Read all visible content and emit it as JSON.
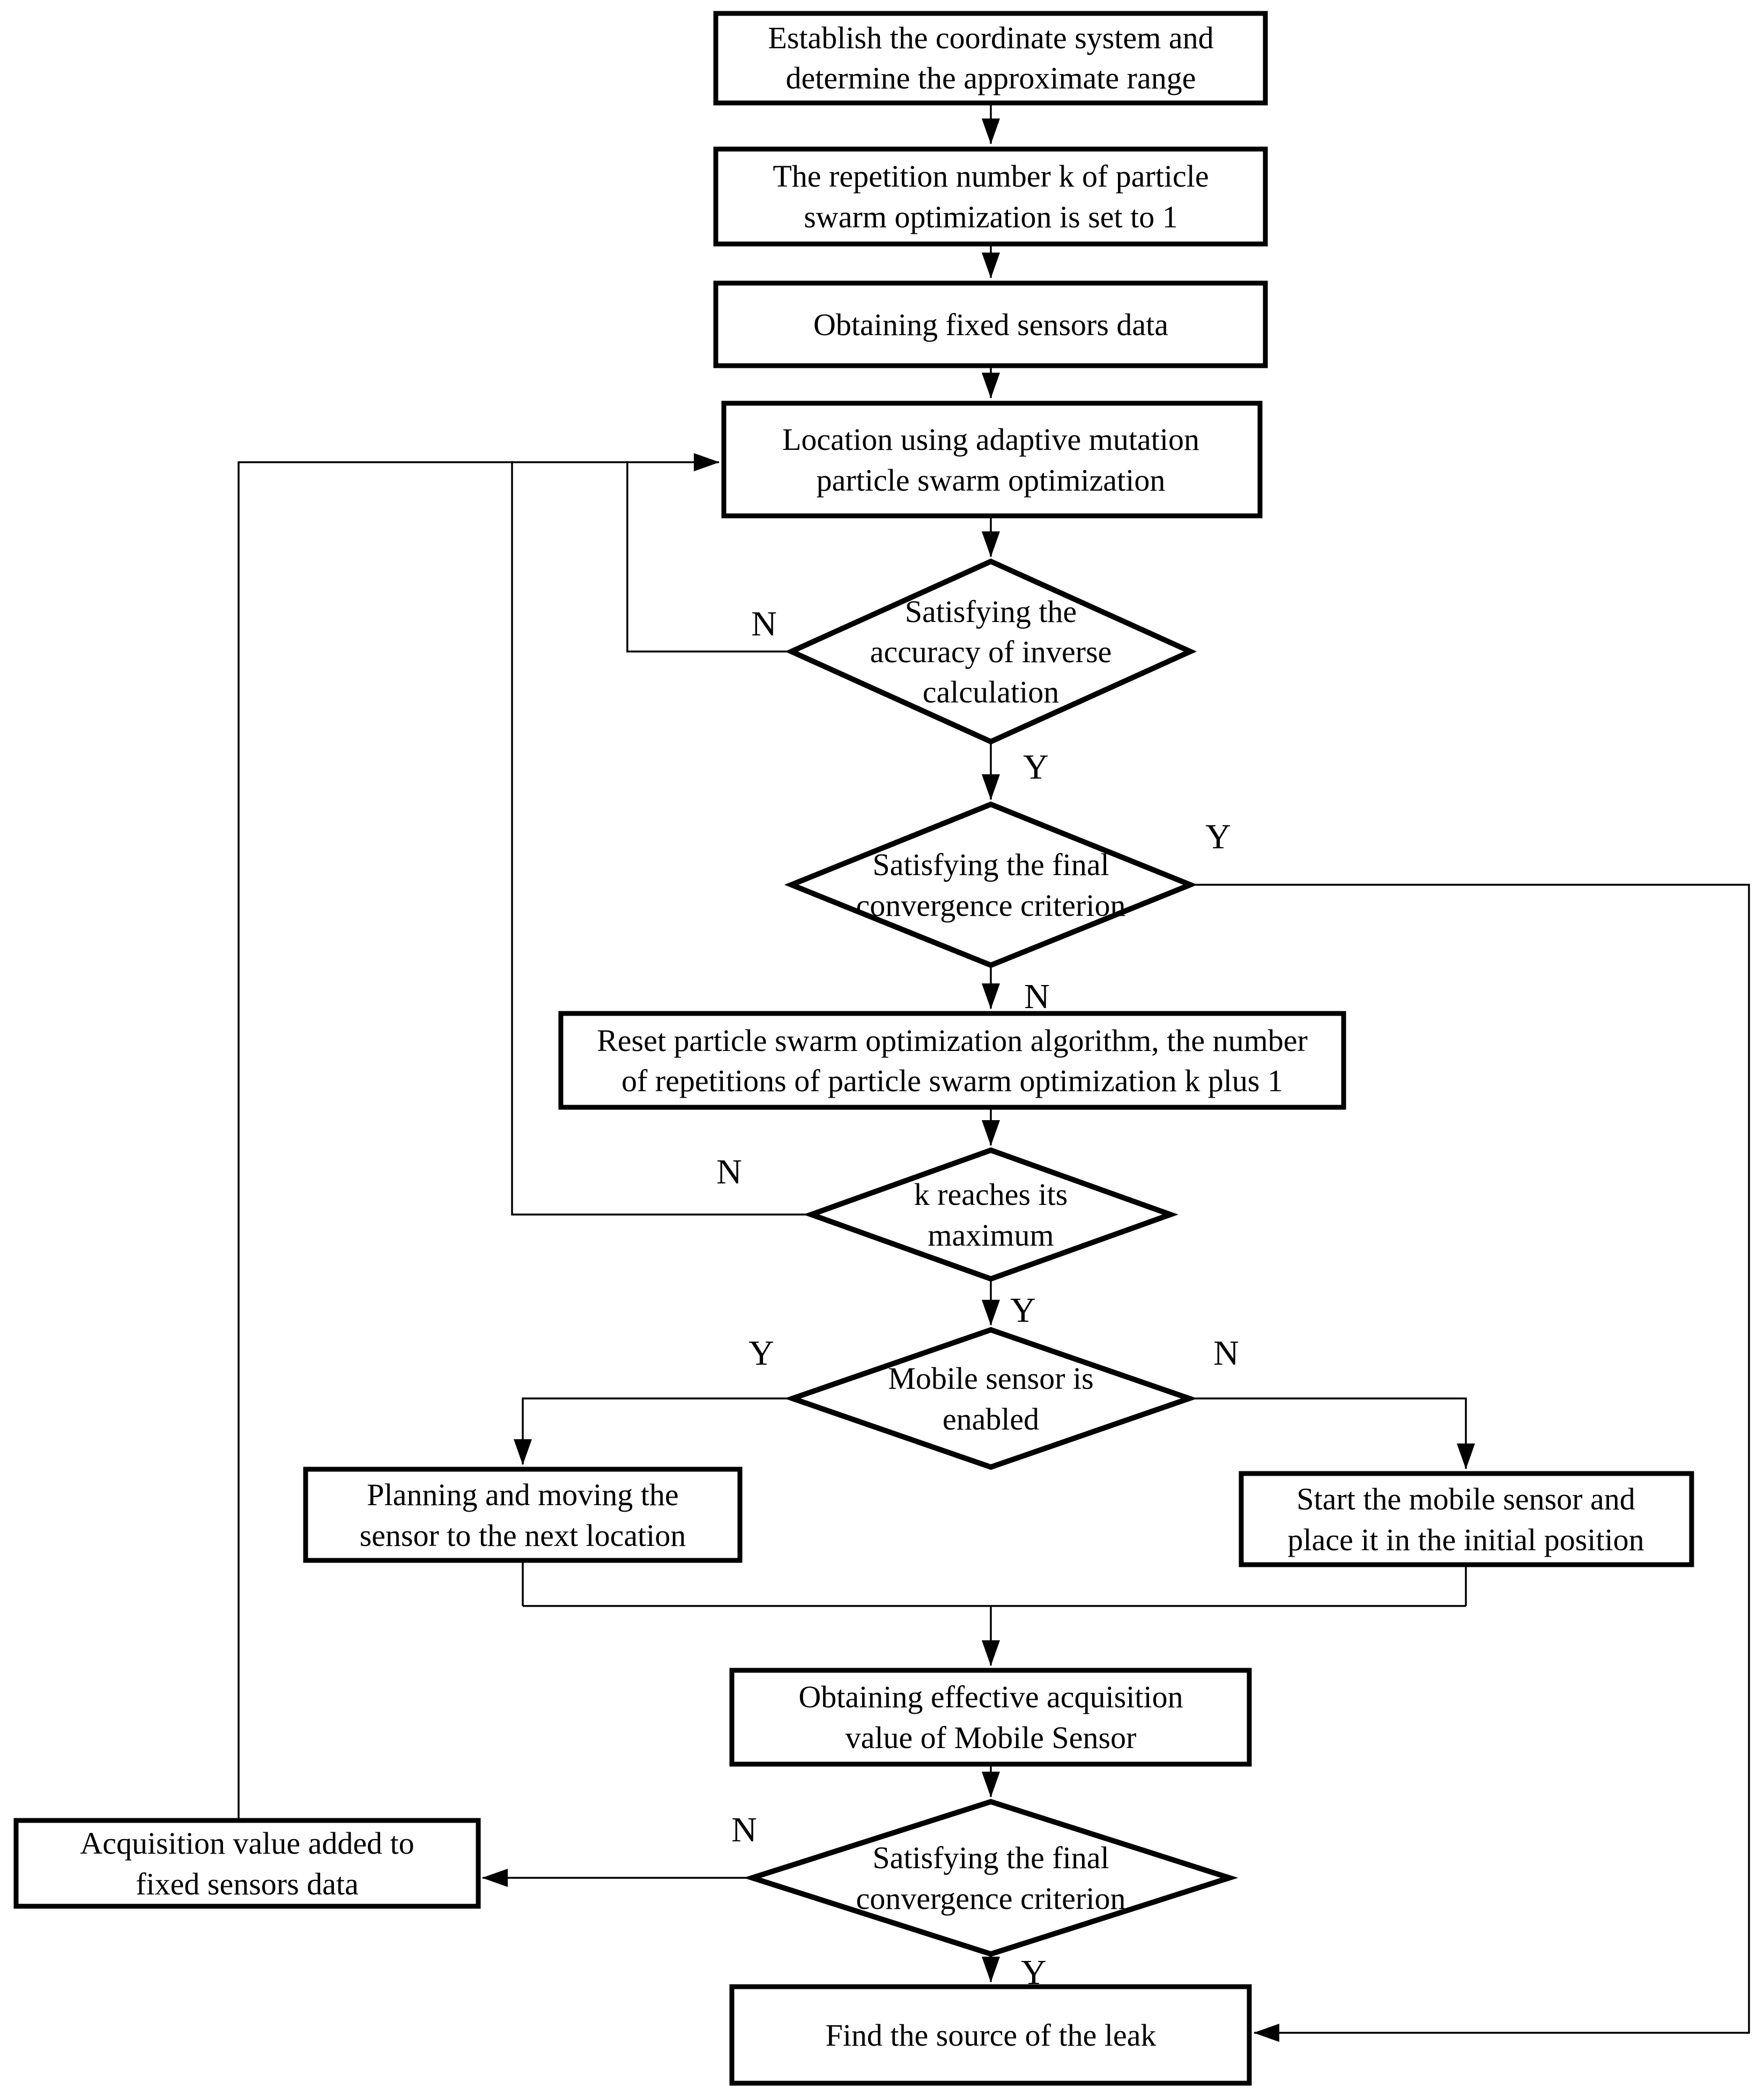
{
  "diagram": {
    "background": "#ffffff",
    "stroke_color": "#000000",
    "nodes": {
      "establish": {
        "type": "process",
        "lines": [
          "Establish the coordinate system and",
          "determine the approximate range"
        ]
      },
      "set_repetition": {
        "type": "process",
        "lines": [
          "The repetition number k of particle",
          "swarm optimization is set to 1"
        ]
      },
      "obtain_fixed": {
        "type": "process",
        "lines": [
          "Obtaining fixed sensors data"
        ]
      },
      "location_pso": {
        "type": "process",
        "lines": [
          "Location using adaptive mutation",
          "particle swarm optimization"
        ]
      },
      "accuracy_check": {
        "type": "decision",
        "lines": [
          "Satisfying the",
          "accuracy of inverse",
          "calculation"
        ]
      },
      "convergence_check_1": {
        "type": "decision",
        "lines": [
          "Satisfying the final",
          "convergence criterion"
        ]
      },
      "reset_pso": {
        "type": "process",
        "lines": [
          "Reset particle swarm optimization algorithm, the number",
          "of repetitions of particle swarm optimization k plus 1"
        ]
      },
      "kmax_check": {
        "type": "decision",
        "lines": [
          "k reaches its",
          "maximum"
        ]
      },
      "mobile_check": {
        "type": "decision",
        "lines": [
          "Mobile sensor is",
          "enabled"
        ]
      },
      "planning_move": {
        "type": "process",
        "lines": [
          "Planning and moving the",
          "sensor to the next location"
        ]
      },
      "start_mobile": {
        "type": "process",
        "lines": [
          "Start the mobile sensor and",
          "place it in the initial position"
        ]
      },
      "obtain_effective": {
        "type": "process",
        "lines": [
          "Obtaining effective acquisition",
          "value of Mobile Sensor"
        ]
      },
      "convergence_check_2": {
        "type": "decision",
        "lines": [
          "Satisfying the final",
          "convergence criterion"
        ]
      },
      "acquisition_added": {
        "type": "process",
        "lines": [
          "Acquisition value added to",
          "fixed sensors data"
        ]
      },
      "find_source": {
        "type": "process",
        "lines": [
          "Find the source of the leak"
        ]
      }
    },
    "branch_labels": {
      "accuracy_no": "N",
      "accuracy_yes": "Y",
      "convergence1_yes": "Y",
      "convergence1_no": "N",
      "kmax_no": "N",
      "kmax_yes": "Y",
      "mobile_yes": "Y",
      "mobile_no": "N",
      "convergence2_no": "N",
      "convergence2_yes": "Y"
    }
  }
}
